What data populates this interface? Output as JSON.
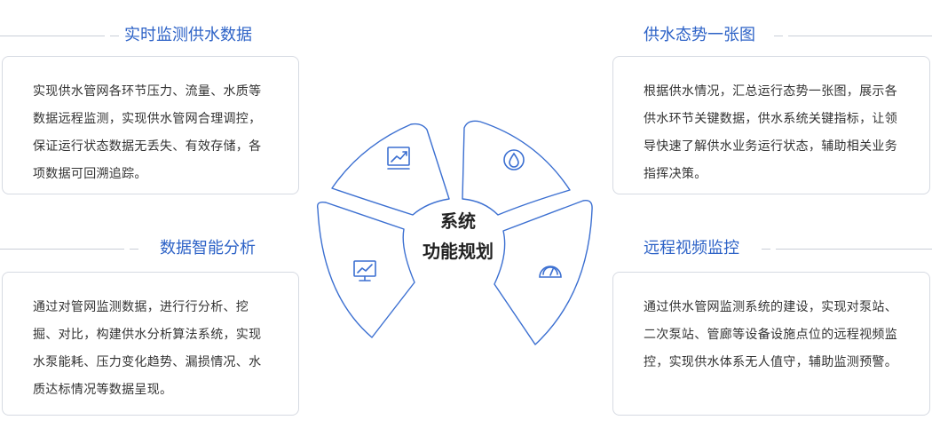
{
  "sections": {
    "monitor": {
      "title": "实时监测供水数据",
      "text": "实现供水管网各环节压力、流量、水质等数据远程监测，实现供水管网合理调控，保证运行状态数据无丢失、有效存储，各项数据可回溯追踪。"
    },
    "analysis": {
      "title": "数据智能分析",
      "text": "通过对管网监测数据，进行行分析、挖掘、对比，构建供水分析算法系统，实现水泵能耗、压力变化趋势、漏损情况、水质达标情况等数据呈现。"
    },
    "situation": {
      "title": "供水态势一张图",
      "text": "根据供水情况，汇总运行态势一张图，展示各供水环节关键数据，供水系统关键指标，让领导快速了解供水业务运行状态，辅助相关业务指挥决策。"
    },
    "video": {
      "title": "远程视频监控",
      "text": "通过供水管网监测系统的建设，实现对泵站、二次泵站、管廊等设备设施点位的远程视频监控，实现供水体系无人值守，辅助监测预警。"
    }
  },
  "center": {
    "line1": "系统",
    "line2": "功能规划"
  },
  "colors": {
    "accent": "#2e63c7",
    "border": "#d6dae2",
    "segment_stroke": "#3b6fd1"
  },
  "icons": {
    "top_left": "trend-chart-icon",
    "top_right": "water-drop-icon",
    "left": "monitor-chart-icon",
    "right": "gauge-icon"
  }
}
